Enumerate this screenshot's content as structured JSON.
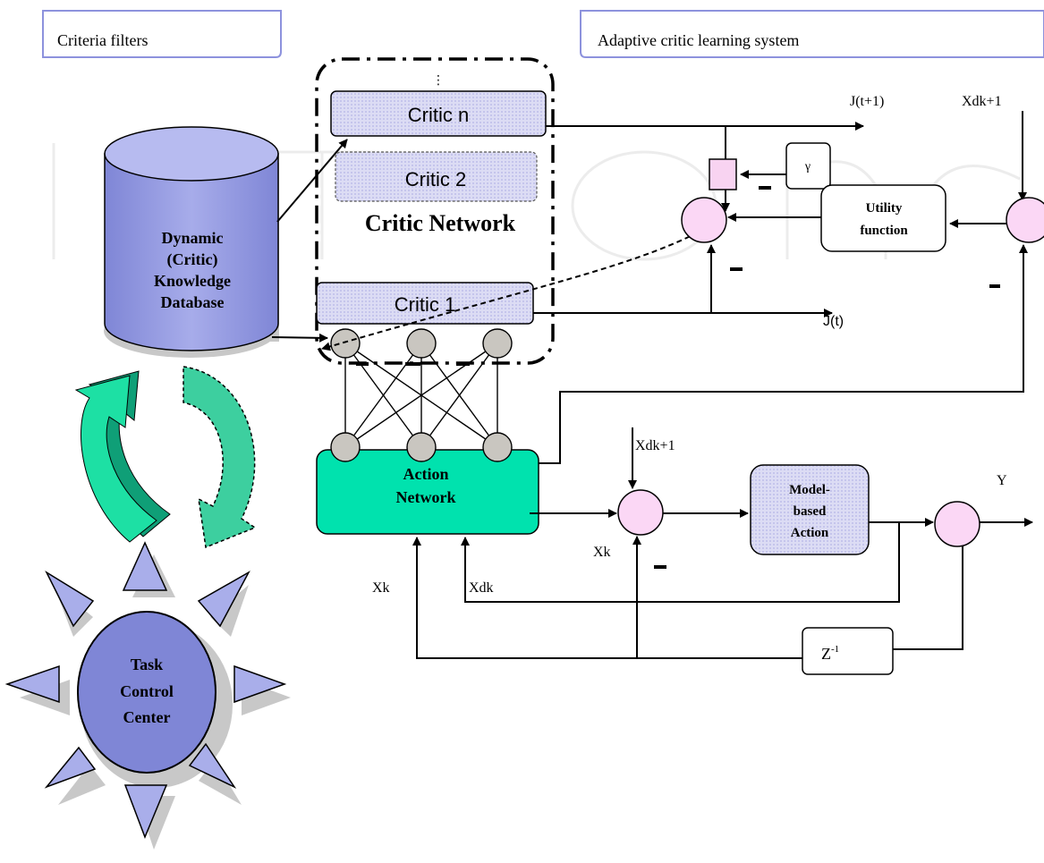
{
  "diagram": {
    "header_left": "Criteria filters",
    "header_right": "Adaptive critic learning system",
    "critics": {
      "top_dots": "⋮",
      "critic_n": "Critic n",
      "critic_2": "Critic 2",
      "critic_1": "Critic 1",
      "network_title": "Critic Network"
    },
    "database": {
      "line1": "Dynamic",
      "line2": "(Critic)",
      "line3": "Knowledge",
      "line4": "Database"
    },
    "action_network": {
      "line1": "Action",
      "line2": "Network"
    },
    "model_action": {
      "line1": "Model-",
      "line2": "based",
      "line3": "Action"
    },
    "utility": {
      "line1": "Utility",
      "line2": "function"
    },
    "task_center": {
      "line1": "Task",
      "line2": "Control",
      "line3": "Center"
    },
    "signals": {
      "j_next": "J(t+1)",
      "j_now": "J(t)",
      "xdk1_top": "Xdk+1",
      "xdk1_mid": "Xdk+1",
      "gamma": "γ",
      "xk_left": "Xk",
      "xdk": "Xdk",
      "xk_mid": "Xk",
      "y": "Y",
      "delay_base": "Z",
      "delay_exp": "-1",
      "minus": "-"
    }
  }
}
